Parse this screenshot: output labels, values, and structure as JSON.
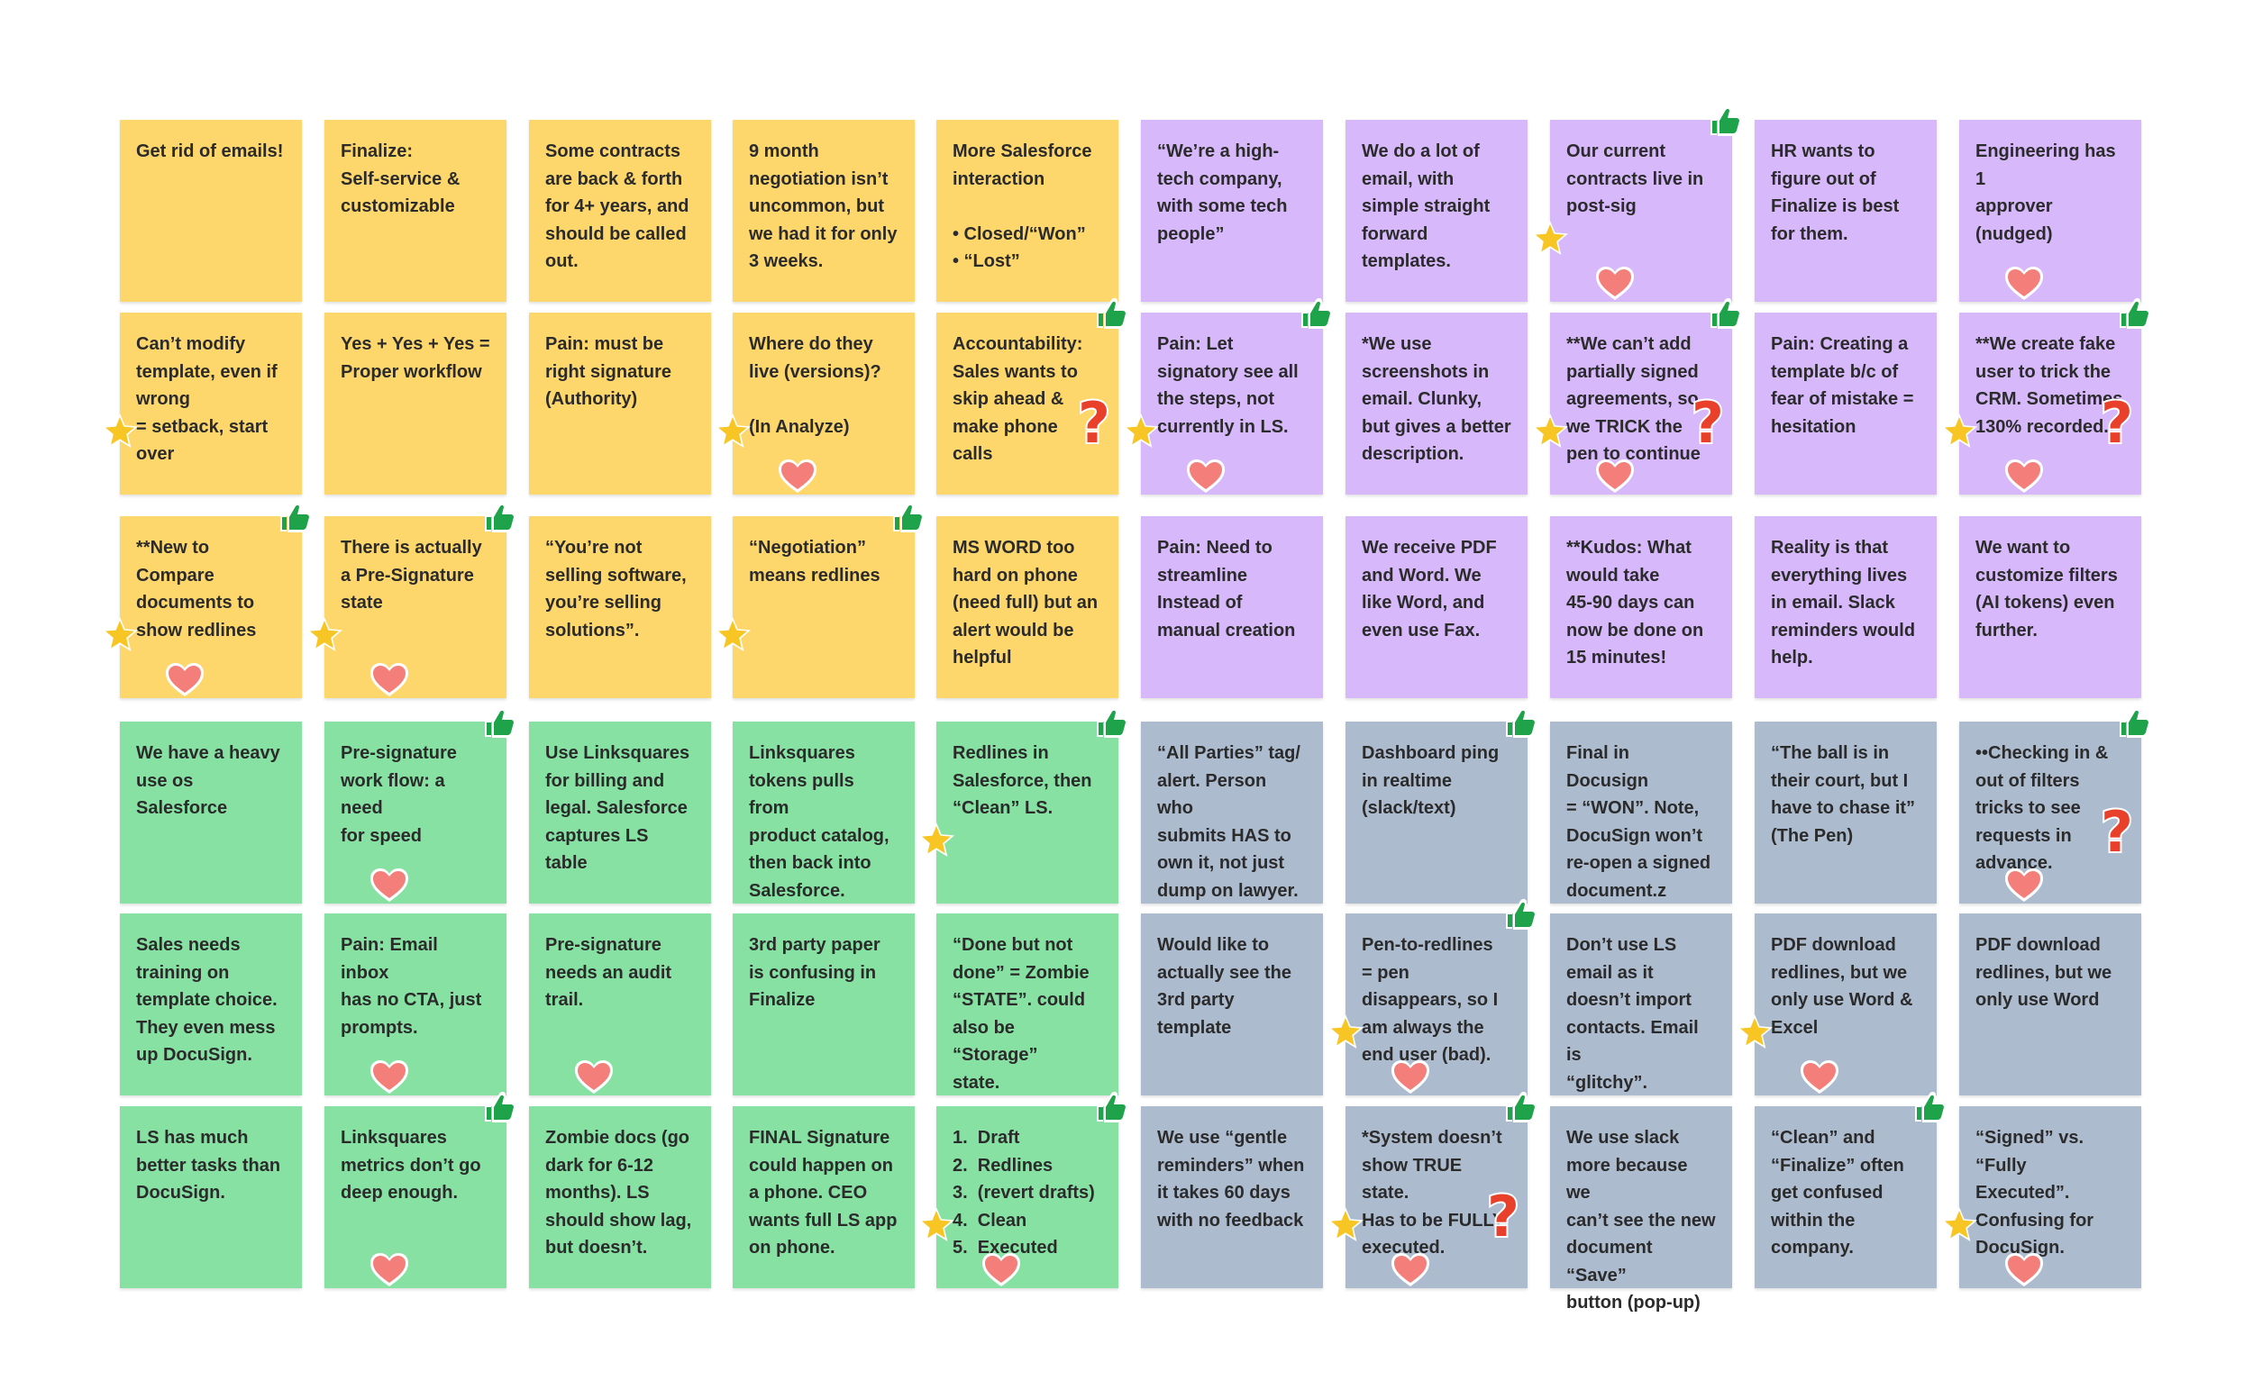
{
  "colors": {
    "yellow": "#fdd66c",
    "purple": "#d6b8fb",
    "green": "#86e1a3",
    "gray": "#adbbcf",
    "thumb": "#1fa34a",
    "star": "#f7c524",
    "heart": "#f47f7a",
    "question": "#e9402c"
  },
  "icons": [
    "thumbs-up-icon",
    "star-icon",
    "heart-icon",
    "question-mark-icon"
  ],
  "notes": [
    {
      "color": "yellow",
      "text": "Get rid of emails!",
      "marks": []
    },
    {
      "color": "yellow",
      "text": "Finalize:\nSelf-service &\ncustomizable",
      "marks": []
    },
    {
      "color": "yellow",
      "text": "Some contracts\nare back & forth\nfor 4+ years, and\nshould be called\nout.",
      "marks": []
    },
    {
      "color": "yellow",
      "text": "9 month\nnegotiation isn’t\nuncommon, but\nwe had it for only\n3 weeks.",
      "marks": []
    },
    {
      "color": "yellow",
      "text": "More Salesforce\ninteraction\n\n• Closed/“Won”\n• “Lost”",
      "marks": []
    },
    {
      "color": "purple",
      "text": "“We’re a high-\ntech company,\nwith some tech\npeople”",
      "marks": []
    },
    {
      "color": "purple",
      "text": "We do a lot of\nemail, with\nsimple straight\nforward\ntemplates.",
      "marks": []
    },
    {
      "color": "purple",
      "text": "Our current\ncontracts live in\npost-sig",
      "marks": [
        "thumb",
        "star",
        "heart"
      ]
    },
    {
      "color": "purple",
      "text": "HR wants to\nfigure out of\nFinalize is best\nfor them.",
      "marks": []
    },
    {
      "color": "purple",
      "text": "Engineering has 1\napprover\n(nudged)",
      "marks": [
        "heart"
      ]
    },
    {
      "color": "yellow",
      "text": "Can’t modify\ntemplate, even if\nwrong\n= setback, start\nover",
      "marks": [
        "star"
      ]
    },
    {
      "color": "yellow",
      "text": "Yes + Yes + Yes =\nProper workflow",
      "marks": []
    },
    {
      "color": "yellow",
      "text": "Pain: must be\nright signature\n(Authority)",
      "marks": []
    },
    {
      "color": "yellow",
      "text": "Where do they\nlive (versions)?\n\n(In Analyze)",
      "marks": [
        "star",
        "heart"
      ]
    },
    {
      "color": "yellow",
      "text": "Accountability:\nSales wants to\nskip ahead &\nmake phone calls",
      "marks": [
        "thumb",
        "question"
      ]
    },
    {
      "color": "purple",
      "text": "Pain: Let\nsignatory see all\nthe steps, not\ncurrently in LS.",
      "marks": [
        "thumb",
        "star",
        "heart"
      ]
    },
    {
      "color": "purple",
      "text": "*We use\nscreenshots in\nemail. Clunky,\nbut gives a better\ndescription.",
      "marks": []
    },
    {
      "color": "purple",
      "text": "**We can’t add\npartially signed\nagreements, so\nwe TRICK the\npen to continue",
      "marks": [
        "thumb",
        "question",
        "star",
        "heart"
      ]
    },
    {
      "color": "purple",
      "text": "Pain: Creating a\ntemplate b/c of\nfear of mistake =\nhesitation",
      "marks": []
    },
    {
      "color": "purple",
      "text": "**We create fake\nuser to trick the\nCRM. Sometimes\n130% recorded.",
      "marks": [
        "thumb",
        "question",
        "star",
        "heart"
      ]
    },
    {
      "color": "yellow",
      "text": "**New to\nCompare\ndocuments to\nshow redlines",
      "marks": [
        "thumb",
        "star",
        "heart"
      ]
    },
    {
      "color": "yellow",
      "text": "There is actually\na Pre-Signature\nstate",
      "marks": [
        "thumb",
        "star",
        "heart"
      ]
    },
    {
      "color": "yellow",
      "text": "“You’re not\nselling software,\nyou’re selling\nsolutions”.",
      "marks": []
    },
    {
      "color": "yellow",
      "text": "“Negotiation”\nmeans redlines",
      "marks": [
        "thumb",
        "star"
      ]
    },
    {
      "color": "yellow",
      "text": "MS WORD too\nhard on phone\n(need full) but an\nalert would be\nhelpful",
      "marks": []
    },
    {
      "color": "purple",
      "text": "Pain: Need to\nstreamline\nInstead of\nmanual creation",
      "marks": []
    },
    {
      "color": "purple",
      "text": "We receive PDF\nand Word. We\nlike Word, and\neven use Fax.",
      "marks": []
    },
    {
      "color": "purple",
      "text": "**Kudos: What\nwould take\n45-90 days can\nnow be done on\n15 minutes!",
      "marks": []
    },
    {
      "color": "purple",
      "text": "Reality is that\neverything lives\nin email. Slack\nreminders would\nhelp.",
      "marks": []
    },
    {
      "color": "purple",
      "text": "We want to\ncustomize filters\n(AI tokens) even\nfurther.",
      "marks": []
    },
    {
      "color": "green",
      "text": "We have a heavy\nuse os Salesforce",
      "marks": []
    },
    {
      "color": "green",
      "text": "Pre-signature\nwork flow: a need\nfor speed",
      "marks": [
        "thumb",
        "heart"
      ]
    },
    {
      "color": "green",
      "text": "Use Linksquares\nfor billing and\nlegal. Salesforce\ncaptures LS table",
      "marks": []
    },
    {
      "color": "green",
      "text": "Linksquares\ntokens pulls from\nproduct catalog,\nthen back into\nSalesforce.",
      "marks": []
    },
    {
      "color": "green",
      "text": "Redlines in\nSalesforce, then\n“Clean” LS.",
      "marks": [
        "thumb",
        "star"
      ]
    },
    {
      "color": "gray",
      "text": "“All Parties” tag/\nalert. Person who\nsubmits HAS to\nown it, not just\ndump on lawyer.",
      "marks": []
    },
    {
      "color": "gray",
      "text": "Dashboard ping\nin realtime\n(slack/text)",
      "marks": [
        "thumb"
      ]
    },
    {
      "color": "gray",
      "text": "Final in Docusign\n= “WON”. Note,\nDocuSign won’t\nre-open a signed\ndocument.z",
      "marks": []
    },
    {
      "color": "gray",
      "text": "“The ball is in\ntheir court, but I\nhave to chase it”\n(The Pen)",
      "marks": []
    },
    {
      "color": "gray",
      "text": "••Checking in &\nout of filters\ntricks to see\nrequests in\nadvance.",
      "marks": [
        "thumb",
        "question",
        "heart"
      ]
    },
    {
      "color": "green",
      "text": "Sales needs\ntraining on\ntemplate choice.\nThey even mess\nup DocuSign.",
      "marks": []
    },
    {
      "color": "green",
      "text": "Pain: Email inbox\nhas no CTA, just\nprompts.",
      "marks": [
        "heart"
      ]
    },
    {
      "color": "green",
      "text": "Pre-signature\nneeds an audit\ntrail.",
      "marks": [
        "heart"
      ]
    },
    {
      "color": "green",
      "text": "3rd party paper\nis confusing in\nFinalize",
      "marks": []
    },
    {
      "color": "green",
      "text": "“Done but not\ndone” = Zombie\n“STATE”. could\nalso be “Storage”\nstate.",
      "marks": []
    },
    {
      "color": "gray",
      "text": "Would like to\nactually see the\n3rd party\ntemplate",
      "marks": []
    },
    {
      "color": "gray",
      "text": "Pen-to-redlines\n= pen\ndisappears, so I\nam always the\nend user (bad).",
      "marks": [
        "thumb",
        "star",
        "heart"
      ]
    },
    {
      "color": "gray",
      "text": "Don’t use LS\nemail as it\ndoesn’t import\ncontacts. Email is\n“glitchy”.",
      "marks": []
    },
    {
      "color": "gray",
      "text": "PDF download\nredlines, but we\nonly use Word &\nExcel",
      "marks": [
        "star",
        "heart"
      ]
    },
    {
      "color": "gray",
      "text": "PDF download\nredlines, but we\nonly use Word",
      "marks": []
    },
    {
      "color": "green",
      "text": "LS has much\nbetter tasks than\nDocuSign.",
      "marks": []
    },
    {
      "color": "green",
      "text": "Linksquares\nmetrics don’t go\ndeep enough.",
      "marks": [
        "thumb",
        "heart"
      ]
    },
    {
      "color": "green",
      "text": "Zombie docs (go\ndark for 6-12\nmonths). LS\nshould show lag,\nbut doesn’t.",
      "marks": []
    },
    {
      "color": "green",
      "text": "FINAL Signature\ncould happen on\na phone. CEO\nwants full LS app\non phone.",
      "marks": []
    },
    {
      "color": "green",
      "text": "1.  Draft\n2.  Redlines\n3.  (revert drafts)\n4.  Clean\n5.  Executed",
      "marks": [
        "thumb",
        "star",
        "heart"
      ]
    },
    {
      "color": "gray",
      "text": "We use “gentle\nreminders” when\nit takes 60 days\nwith no feedback",
      "marks": []
    },
    {
      "color": "gray",
      "text": "*System doesn’t\nshow TRUE state.\nHas to be FULLY\nexecuted.",
      "marks": [
        "thumb",
        "question",
        "star",
        "heart"
      ]
    },
    {
      "color": "gray",
      "text": "We use slack\nmore because we\ncan’t see the new\ndocument “Save”\nbutton (pop-up)",
      "marks": []
    },
    {
      "color": "gray",
      "text": "“Clean” and\n“Finalize” often\nget confused\nwithin the\ncompany.",
      "marks": [
        "thumb"
      ]
    },
    {
      "color": "gray",
      "text": "“Signed” vs.\n“Fully Executed”.\nConfusing for\nDocuSign.",
      "marks": [
        "star",
        "heart"
      ]
    }
  ]
}
